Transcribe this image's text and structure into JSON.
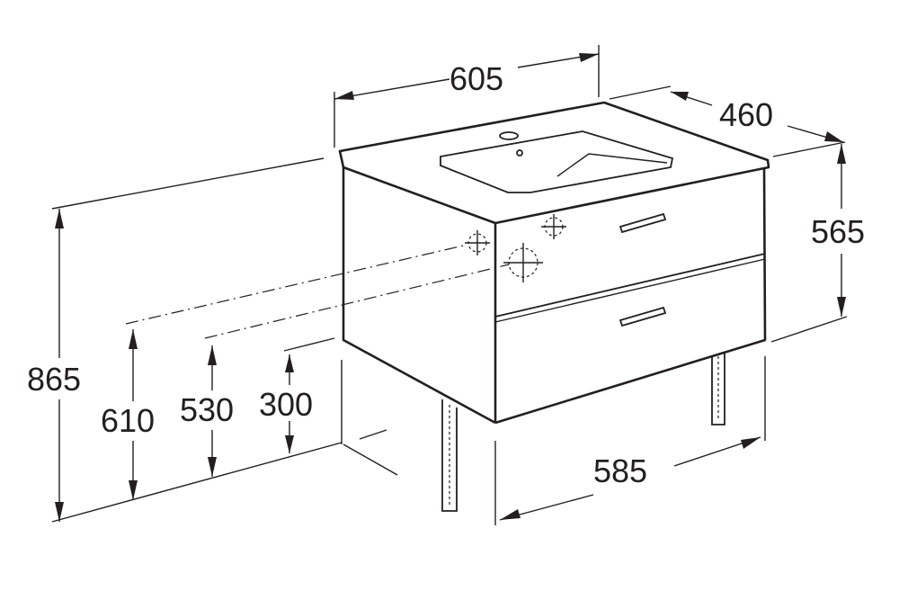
{
  "dimensions": {
    "width_top": "605",
    "depth": "460",
    "height_body": "565",
    "total_height": "865",
    "outlet_high": "610",
    "outlet_mid": "530",
    "outlet_low": "300",
    "width_front": "585"
  },
  "colors": {
    "line": "#231f20",
    "background": "#ffffff"
  },
  "icons": [
    "crosshair-icon",
    "drawer-handle-icon"
  ]
}
